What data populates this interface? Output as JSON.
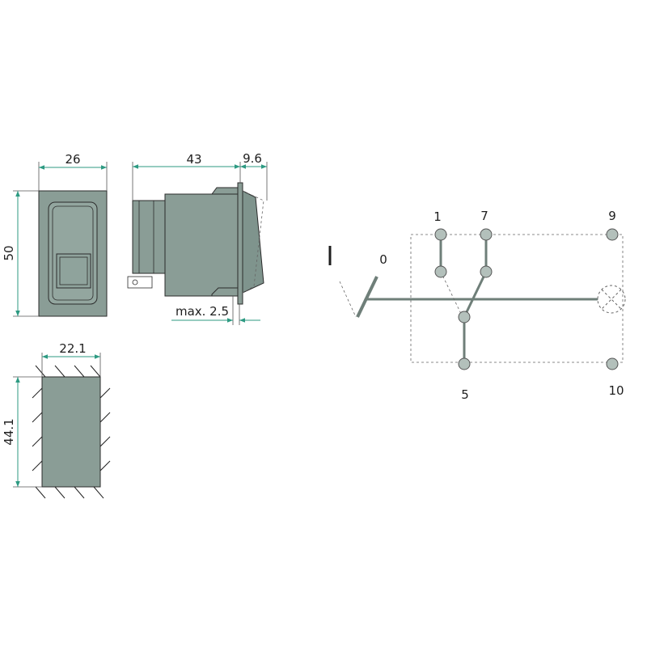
{
  "front_view": {
    "width_label": "26",
    "height_label": "50"
  },
  "side_view": {
    "depth_label": "43",
    "rocker_label": "9.6",
    "panel_label": "max. 2.5"
  },
  "cutout": {
    "width_label": "22.1",
    "height_label": "44.1"
  },
  "schematic": {
    "pos_one": "I",
    "pos_zero": "0",
    "terminals": {
      "t1": "1",
      "t7": "7",
      "t9": "9",
      "t5": "5",
      "t10": "10"
    }
  },
  "colors": {
    "body": "#8a9d96",
    "dimension": "#2d9a82",
    "terminal": "#b3c0bb",
    "wire": "#6f7f79"
  }
}
